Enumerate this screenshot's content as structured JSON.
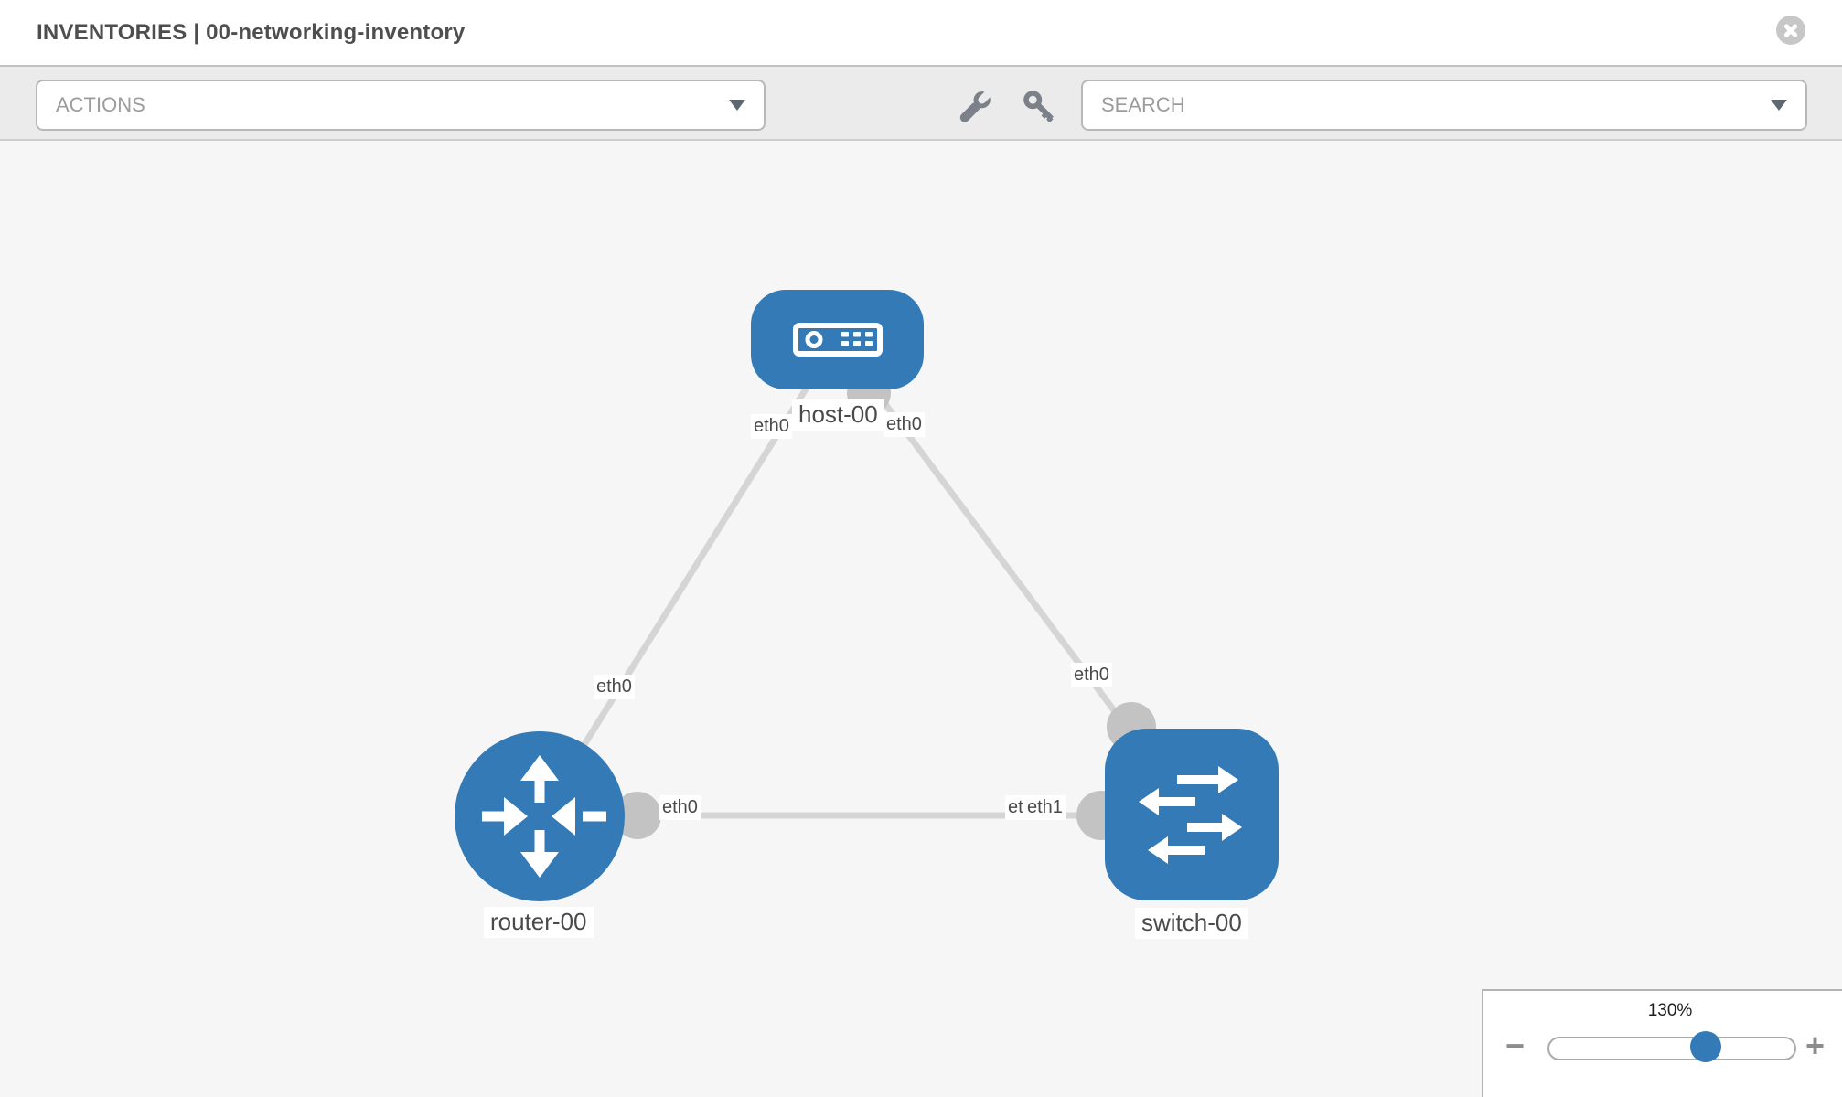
{
  "header": {
    "title": "INVENTORIES | 00-networking-inventory"
  },
  "toolbar": {
    "actions_label": "ACTIONS",
    "search_placeholder": "SEARCH",
    "icons": [
      "wrench-icon",
      "key-icon"
    ]
  },
  "topology": {
    "nodes": [
      {
        "name": "host-00",
        "type": "host"
      },
      {
        "name": "router-00",
        "type": "router"
      },
      {
        "name": "switch-00",
        "type": "switch"
      }
    ],
    "links": [
      {
        "source": "host-00",
        "source_interface": "eth0",
        "target": "router-00",
        "target_interface": "eth0"
      },
      {
        "source": "host-00",
        "source_interface": "eth0",
        "target": "switch-00",
        "target_interface": "eth0"
      },
      {
        "source": "router-00",
        "source_interface": "eth0",
        "target": "switch-00",
        "target_interface": "eth1"
      }
    ]
  },
  "zoom_control": {
    "level": "130%",
    "decrease_label": "−",
    "increase_label": "+"
  },
  "colors": {
    "node_blue": "#337ab7",
    "link_gray": "#d5d5d5",
    "endpoint_gray": "#c3c3c3",
    "canvas_bg": "#f6f6f6",
    "toolbar_bg": "#ebebeb",
    "icon_gray": "#7b8089",
    "label_text": "#4a4a4a"
  }
}
